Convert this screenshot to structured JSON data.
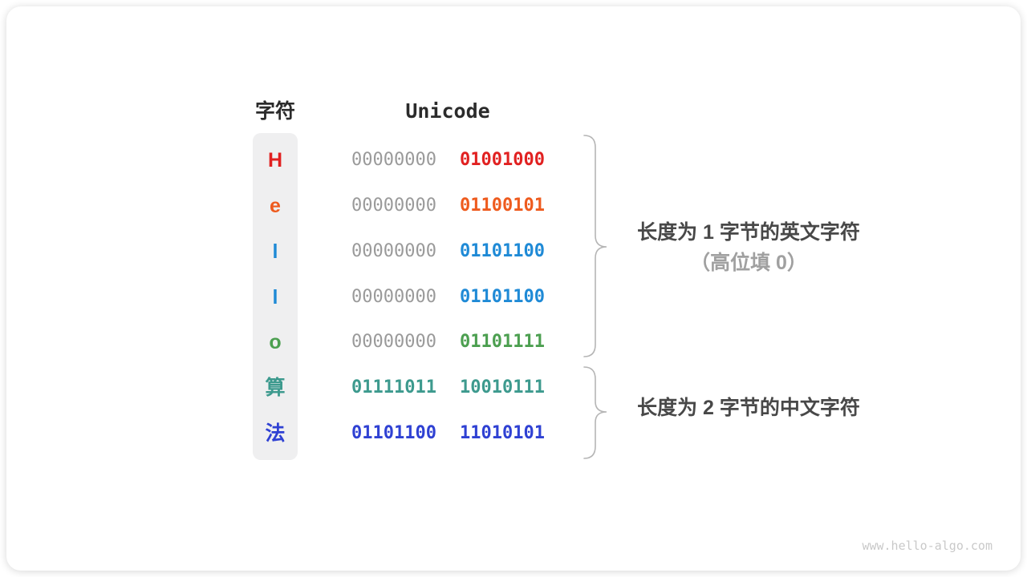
{
  "table": {
    "headers": {
      "char": "字符",
      "unicode": "Unicode"
    },
    "rows": [
      {
        "char": "H",
        "byte1": "00000000",
        "byte2": "01001000",
        "color": "#e12121",
        "byte1_color": "#9a9a9a"
      },
      {
        "char": "e",
        "byte1": "00000000",
        "byte2": "01100101",
        "color": "#ee5b1e",
        "byte1_color": "#9a9a9a"
      },
      {
        "char": "l",
        "byte1": "00000000",
        "byte2": "01101100",
        "color": "#1f8ad6",
        "byte1_color": "#9a9a9a"
      },
      {
        "char": "l",
        "byte1": "00000000",
        "byte2": "01101100",
        "color": "#1f8ad6",
        "byte1_color": "#9a9a9a"
      },
      {
        "char": "o",
        "byte1": "00000000",
        "byte2": "01101111",
        "color": "#4c9f50",
        "byte1_color": "#9a9a9a"
      },
      {
        "char": "算",
        "byte1": "01111011",
        "byte2": "10010111",
        "color": "#3d9a8e",
        "byte1_color": "#3d9a8e"
      },
      {
        "char": "法",
        "byte1": "01101100",
        "byte2": "11010101",
        "color": "#2f41d3",
        "byte1_color": "#2f41d3"
      }
    ]
  },
  "annotations": {
    "one_byte": {
      "line1": "长度为 1 字节的英文字符",
      "line2": "（高位填 0）"
    },
    "two_byte": {
      "line1": "长度为 2 字节的中文字符"
    }
  },
  "watermark": "www.hello-algo.com",
  "colors": {
    "muted_bits": "#9a9a9a",
    "heading_text": "#2b2b2b",
    "annotation_text": "#484848",
    "annotation_muted": "#a0a0a0",
    "brace_stroke": "#b5b5b5",
    "char_column_bg": "#efeff0"
  }
}
